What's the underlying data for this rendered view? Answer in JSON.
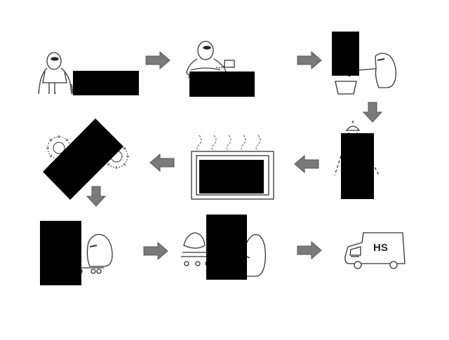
{
  "diagram": {
    "vehicle_label": "HS",
    "colors": {
      "background": "#ffffff",
      "ink": "#333333",
      "arrow_fill": "#7a7a7a",
      "arrow_stroke": "#555555",
      "redaction": "#000000",
      "steam": "#777777"
    },
    "steps": [
      {
        "id": 1,
        "figure": "person-in-gown-icon"
      },
      {
        "id": 2,
        "figure": "seated-person-with-device-icon"
      },
      {
        "id": 3,
        "figure": "person-with-basin-icon"
      },
      {
        "id": 4,
        "figure": "shower-icon"
      },
      {
        "id": 5,
        "figure": "steaming-tank-icon"
      },
      {
        "id": 6,
        "figure": "sunlight-drying-icon"
      },
      {
        "id": 7,
        "figure": "person-on-cart-icon"
      },
      {
        "id": 8,
        "figure": "cart-transfer-icon"
      },
      {
        "id": 9,
        "figure": "vehicle-icon"
      }
    ]
  }
}
